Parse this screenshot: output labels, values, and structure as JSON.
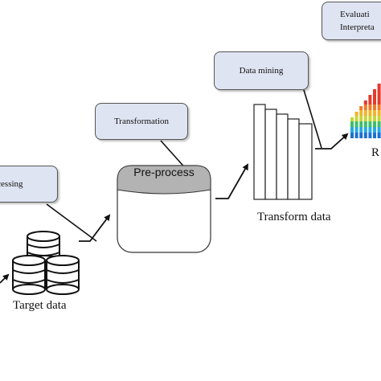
{
  "callouts": {
    "preprocessing": "rocessing",
    "transformation": "Transformation",
    "data_mining": "Data mining",
    "evaluation_line1": "Evaluati",
    "evaluation_line2": "Interpreta"
  },
  "process_box": {
    "title": "Pre-process"
  },
  "captions": {
    "target_data": "Target data",
    "transform_data": "Transform data",
    "partial_right": "R"
  },
  "colors": {
    "callout_fill": "#dfe4f2",
    "process_header": "#b3b3b3",
    "chart_ramp": [
      "#1f6fd1",
      "#29a8e0",
      "#3fbf6a",
      "#c9d43a",
      "#f2b42b",
      "#f07a2a",
      "#e33a2b"
    ]
  },
  "icons": {
    "target_data": "database-stack-icon",
    "transform_data": "document-stack-icon",
    "knowledge": "bar-chart-icon"
  }
}
